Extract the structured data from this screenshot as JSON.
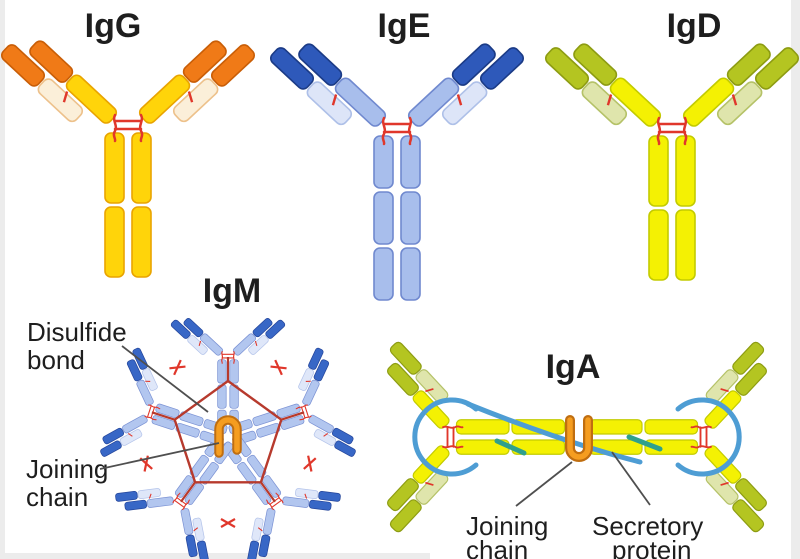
{
  "titles": {
    "igg": "IgG",
    "ige": "IgE",
    "igd": "IgD",
    "igm": "IgM",
    "iga": "IgA"
  },
  "annotations": {
    "disulfide_line1": "Disulfide",
    "disulfide_line2": "bond",
    "igm_joining_line1": "Joining",
    "igm_joining_line2": "chain",
    "iga_joining_line1": "Joining",
    "iga_joining_line2": "chain",
    "secretory_line1": "Secretory",
    "secretory_line2": "protein"
  },
  "colors": {
    "shared": {
      "bond": "#E0372B",
      "pentagon": "#B73A2D",
      "jchain": "#F59D20",
      "jchainDark": "#C06E10",
      "secretory": "#4E9DD4",
      "teal": "#2FA08C",
      "pointer": "#4F4F4F",
      "text": "#1E1E1E",
      "edge": "#ECECEC"
    },
    "igg": {
      "tip": "#F07A17",
      "tipS": "#C95E07",
      "heavy": "#FFD40A",
      "heavyS": "#E9A400",
      "light": "#FBEFD9",
      "lightS": "#EDC18B"
    },
    "ige": {
      "tip": "#2E59BA",
      "tipS": "#1B3B86",
      "heavy": "#A8BEEC",
      "heavyS": "#7089CF",
      "light": "#DDE5F8",
      "lightS": "#AEC0E8"
    },
    "igd": {
      "tip": "#B4C521",
      "tipS": "#8D9C12",
      "heavy": "#F4F103",
      "heavyS": "#C3CB00",
      "light": "#DFE5AC",
      "lightS": "#B5C268"
    },
    "igm": {
      "tip": "#3867C6",
      "tipS": "#24459A",
      "heavy": "#B2C6EF",
      "heavyS": "#7B92D4",
      "light": "#DFE7F9",
      "lightS": "#B3C3EA"
    },
    "iga": {
      "tip": "#B4C521",
      "tipS": "#8D9C12",
      "heavy": "#F4F103",
      "heavyS": "#C3CB00",
      "light": "#DFE5AC",
      "lightS": "#B5C268"
    }
  }
}
